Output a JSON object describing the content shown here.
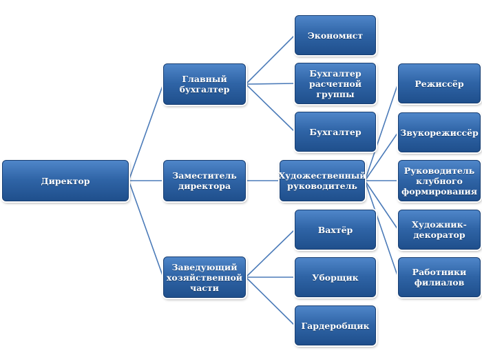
{
  "nodes": {
    "director": "Директор",
    "chief_accountant": "Главный бухгалтер",
    "deputy_director": "Заместитель\nдиректора",
    "facilities_manager": "Заведующий\nхозяйственной\nчасти",
    "economist": "Экономист",
    "payroll_accountant": "Бухгалтер\nрасчетной\nгруппы",
    "accountant": "Бухгалтер",
    "artistic_director": "Художественный\nруководитель",
    "watchman": "Вахтёр",
    "cleaner": "Уборщик",
    "cloakroom_attendant": "Гардеробщик",
    "stage_director": "Режиссёр",
    "sound_director": "Звукорежиссёр",
    "club_group_leader": "Руководитель\nклубного\nформирования",
    "artist_decorator": "Художник-\nдекоратор",
    "branch_staff": "Работники\nфилиалов"
  },
  "colors": {
    "box_top": "#4f86c9",
    "box_bottom": "#1f4f8c",
    "connector": "#4a7ab8"
  }
}
